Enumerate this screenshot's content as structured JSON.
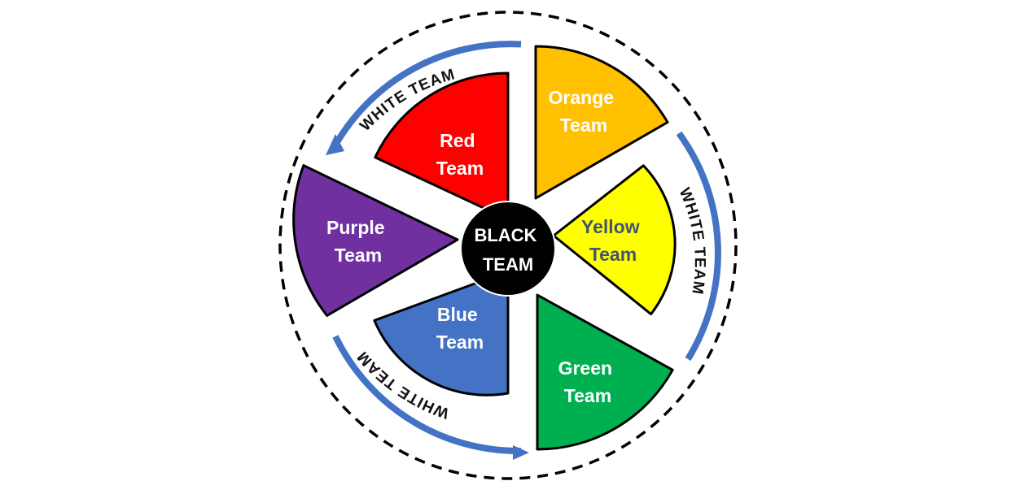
{
  "center": {
    "line1": "BLACK",
    "line2": "TEAM",
    "color": "#000000"
  },
  "teams": [
    {
      "id": "red",
      "line1": "Red",
      "line2": "Team",
      "color": "#ff0000",
      "text_color": "#ffffff"
    },
    {
      "id": "orange",
      "line1": "Orange",
      "line2": "Team",
      "color": "#ffc000",
      "text_color": "#ffffff"
    },
    {
      "id": "yellow",
      "line1": "Yellow",
      "line2": "Team",
      "color": "#ffff00",
      "text_color": "#44546a"
    },
    {
      "id": "green",
      "line1": "Green",
      "line2": "Team",
      "color": "#00b050",
      "text_color": "#ffffff"
    },
    {
      "id": "blue",
      "line1": "Blue",
      "line2": "Team",
      "color": "#4472c4",
      "text_color": "#ffffff"
    },
    {
      "id": "purple",
      "line1": "Purple",
      "line2": "Team",
      "color": "#7030a0",
      "text_color": "#ffffff"
    }
  ],
  "white_team": {
    "label": "WHITE TEAM",
    "arc_color": "#4472c4",
    "boundary_color": "#000000"
  }
}
